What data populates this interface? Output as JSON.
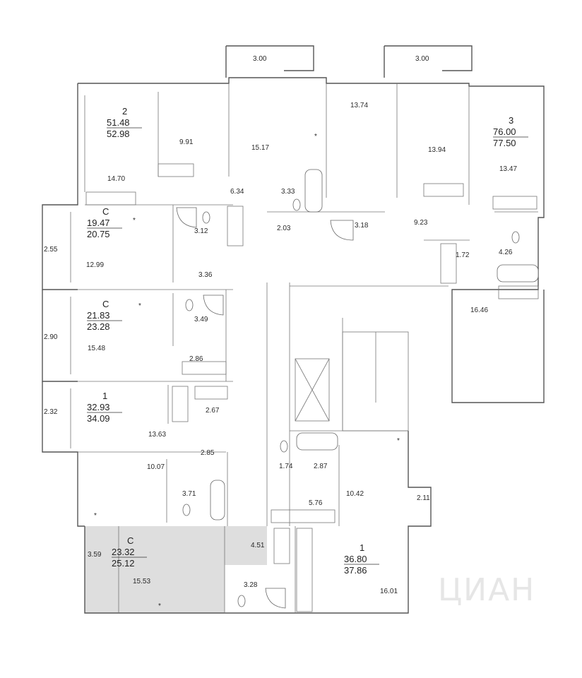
{
  "highlight_color": "#dedede",
  "apartments": [
    {
      "id": "apt-2-large",
      "type": "2",
      "area_living": "51.48",
      "area_total": "52.98"
    },
    {
      "id": "apt-3",
      "type": "3",
      "area_living": "76.00",
      "area_total": "77.50"
    },
    {
      "id": "apt-c-a",
      "type": "С",
      "area_living": "19.47",
      "area_total": "20.75"
    },
    {
      "id": "apt-c-b",
      "type": "С",
      "area_living": "21.83",
      "area_total": "23.28"
    },
    {
      "id": "apt-1-a",
      "type": "1",
      "area_living": "32.93",
      "area_total": "34.09"
    },
    {
      "id": "apt-c-highlighted",
      "type": "С",
      "area_living": "23.32",
      "area_total": "25.12"
    },
    {
      "id": "apt-1-b",
      "type": "1",
      "area_living": "36.80",
      "area_total": "37.86"
    }
  ],
  "rooms": [
    "3.00",
    "3.00",
    "13.74",
    "9.91",
    "15.17",
    "13.94",
    "13.47",
    "14.70",
    "6.34",
    "3.33",
    "2.03",
    "3.18",
    "9.23",
    "3.12",
    "4.26",
    "2.55",
    "12.99",
    "3.36",
    "1.72",
    "16.46",
    "3.49",
    "2.90",
    "15.48",
    "2.86",
    "2.67",
    "2.32",
    "13.63",
    "2.85",
    "10.07",
    "3.71",
    "1.74",
    "2.87",
    "5.76",
    "10.42",
    "2.11",
    "3.59",
    "15.53",
    "4.51",
    "3.28",
    "16.01"
  ],
  "watermark": "ЦИАН",
  "icons": [
    "star-icon",
    "washing-machine-icon",
    "stove-icon",
    "sink-icon",
    "toilet-icon",
    "bathtub-icon",
    "shower-icon",
    "elevator-icon",
    "stairs-icon"
  ]
}
